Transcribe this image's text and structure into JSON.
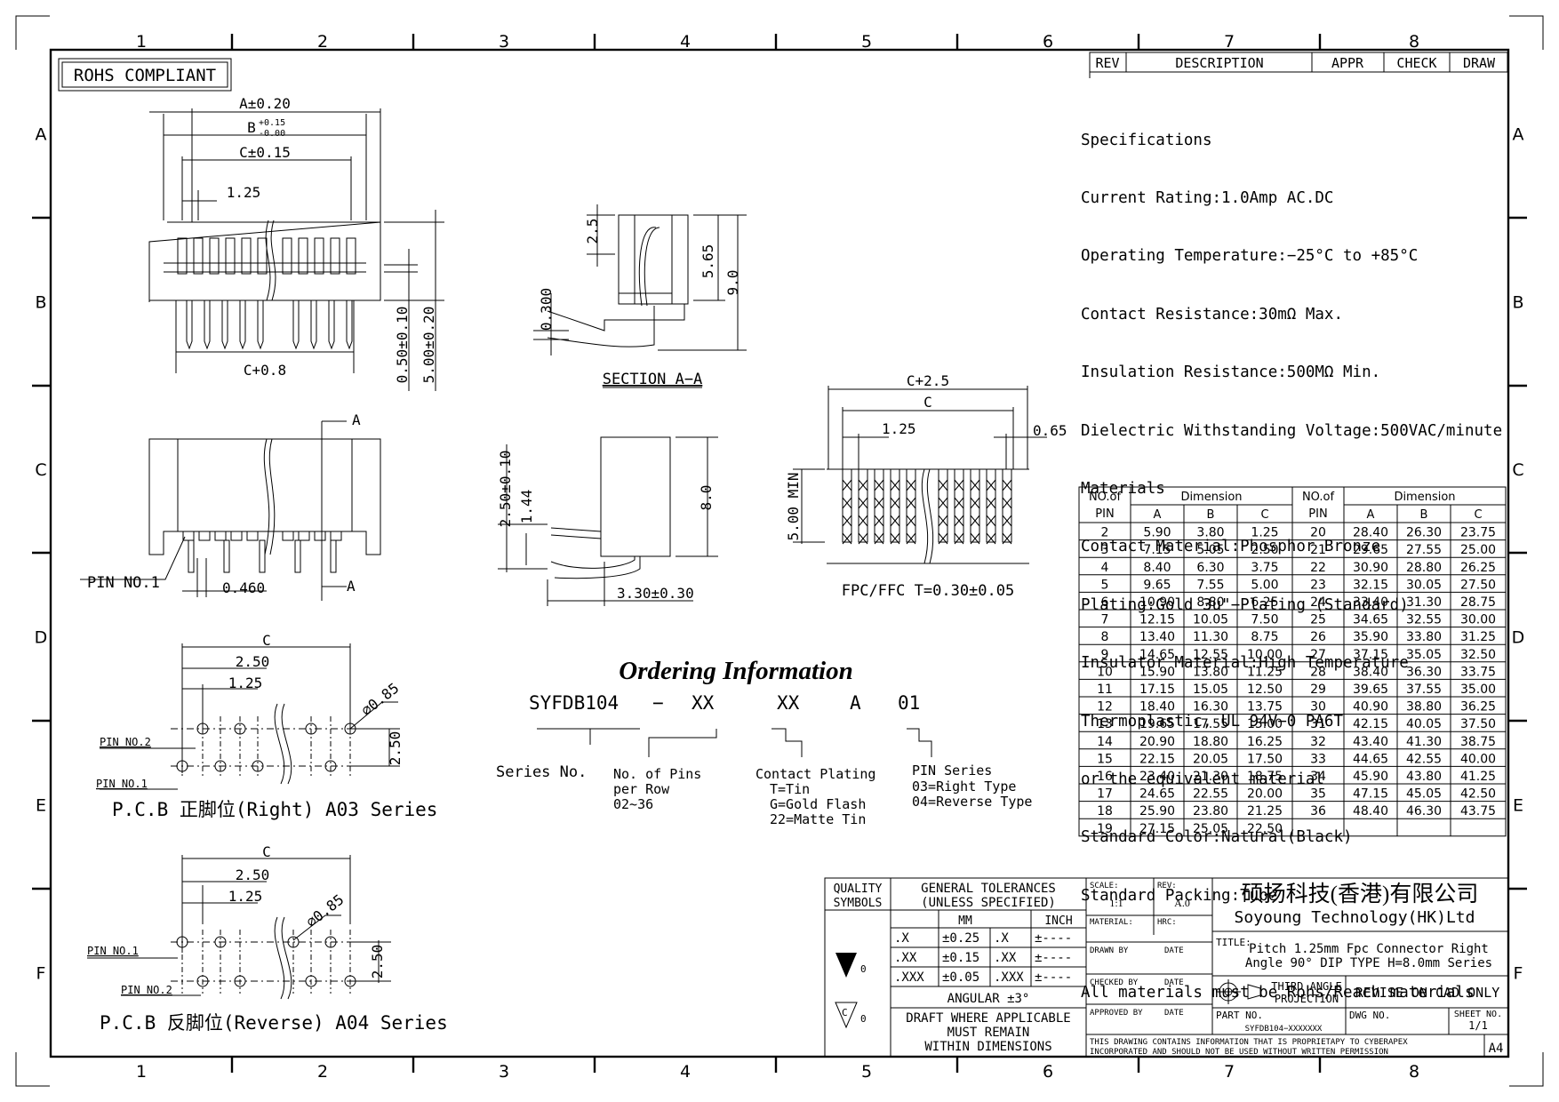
{
  "rohs_label": "ROHS COMPLIANT",
  "grid_cols": [
    "1",
    "2",
    "3",
    "4",
    "5",
    "6",
    "7",
    "8"
  ],
  "grid_rows": [
    "A",
    "B",
    "C",
    "D",
    "E",
    "F"
  ],
  "rev_table": {
    "rev": "REV",
    "description": "DESCRIPTION",
    "appr": "APPR",
    "check": "CHECK",
    "draw": "DRAW"
  },
  "specs": [
    "Specifications",
    "Current Rating:1.0Amp AC.DC",
    "Operating Temperature:−25°C to +85°C",
    "Contact Resistance:30mΩ Max.",
    "Insulation Resistance:500MΩ Min.",
    "Dielectric Withstanding Voltage:500VAC/minute",
    "Materials",
    "Contact Material:Phosphor Bronze",
    "Plating:Gold 3u\"−Plating (Standard)",
    "Insulator Material:High Temperature",
    "Thermoplastic, UL 94V−0 PA6T",
    "or the equivalent material",
    "Standard Color:Natural(Black)",
    "Standard Packing:Tube",
    "",
    "All materials must be Rohs/Reach materials"
  ],
  "dims": {
    "a": "A±0.20",
    "b": "B",
    "b_tol_top": "+0.15",
    "b_tol_bot": "-0.00",
    "c": "C±0.15",
    "pitch": "1.25",
    "c_plus": "C+0.8",
    "h050": "0.50±0.10",
    "h500": "5.00±0.20",
    "sec_25": "2.5",
    "sec_0300": "0.300",
    "sec_565": "5.65",
    "sec_90": "9.0",
    "section": "SECTION A−A",
    "side_250": "2.50±0.10",
    "side_144": "1.44",
    "side_80": "8.0",
    "side_330": "3.30±0.30",
    "pin_no1": "PIN NO.1",
    "pin_0460": "0.460",
    "cut_a": "A",
    "fpc_c25": "C+2.5",
    "fpc_c": "C",
    "fpc_125": "1.25",
    "fpc_065": "0.65",
    "fpc_500": "5.00 MIN",
    "fpc_label": "FPC/FFC T=0.30±0.05"
  },
  "pcb_right": {
    "c": "C",
    "p250": "2.50",
    "p125": "1.25",
    "hole": "⌀0.85",
    "v250": "2.50",
    "pin2": "PIN NO.2",
    "pin1": "PIN NO.1",
    "label": "P.C.B 正脚位(Right) A03 Series"
  },
  "pcb_reverse": {
    "c": "C",
    "p250": "2.50",
    "p125": "1.25",
    "hole": "⌀0.85",
    "v250": "2.50",
    "pin1": "PIN NO.1",
    "pin2": "PIN NO.2",
    "label": "P.C.B 反脚位(Reverse) A04 Series"
  },
  "ordering": {
    "title": "Ordering Information",
    "code": [
      "SYFDB104",
      "−",
      "XX",
      "XX",
      "A",
      "01"
    ],
    "series_no": "Series No.",
    "pins": [
      "No. of Pins",
      "per Row",
      "02~36"
    ],
    "plating": [
      "Contact Plating",
      "T=Tin",
      "G=Gold Flash",
      "22=Matte Tin"
    ],
    "pin_series": [
      "PIN Series",
      "03=Right Type",
      "04=Reverse Type"
    ]
  },
  "dim_table": {
    "h_pin": [
      "NO.of",
      "PIN"
    ],
    "h_dim": "Dimension",
    "h_cols": [
      "A",
      "B",
      "C"
    ],
    "left": [
      [
        "2",
        "5.90",
        "3.80",
        "1.25"
      ],
      [
        "3",
        "7.15",
        "5.05",
        "2.50"
      ],
      [
        "4",
        "8.40",
        "6.30",
        "3.75"
      ],
      [
        "5",
        "9.65",
        "7.55",
        "5.00"
      ],
      [
        "6",
        "10.90",
        "8.80",
        "6.25"
      ],
      [
        "7",
        "12.15",
        "10.05",
        "7.50"
      ],
      [
        "8",
        "13.40",
        "11.30",
        "8.75"
      ],
      [
        "9",
        "14.65",
        "12.55",
        "10.00"
      ],
      [
        "10",
        "15.90",
        "13.80",
        "11.25"
      ],
      [
        "11",
        "17.15",
        "15.05",
        "12.50"
      ],
      [
        "12",
        "18.40",
        "16.30",
        "13.75"
      ],
      [
        "13",
        "19.65",
        "17.55",
        "15.00"
      ],
      [
        "14",
        "20.90",
        "18.80",
        "16.25"
      ],
      [
        "15",
        "22.15",
        "20.05",
        "17.50"
      ],
      [
        "16",
        "23.40",
        "21.30",
        "18.75"
      ],
      [
        "17",
        "24.65",
        "22.55",
        "20.00"
      ],
      [
        "18",
        "25.90",
        "23.80",
        "21.25"
      ],
      [
        "19",
        "27.15",
        "25.05",
        "22.50"
      ]
    ],
    "right": [
      [
        "20",
        "28.40",
        "26.30",
        "23.75"
      ],
      [
        "21",
        "29.65",
        "27.55",
        "25.00"
      ],
      [
        "22",
        "30.90",
        "28.80",
        "26.25"
      ],
      [
        "23",
        "32.15",
        "30.05",
        "27.50"
      ],
      [
        "24",
        "33.40",
        "31.30",
        "28.75"
      ],
      [
        "25",
        "34.65",
        "32.55",
        "30.00"
      ],
      [
        "26",
        "35.90",
        "33.80",
        "31.25"
      ],
      [
        "27",
        "37.15",
        "35.05",
        "32.50"
      ],
      [
        "28",
        "38.40",
        "36.30",
        "33.75"
      ],
      [
        "29",
        "39.65",
        "37.55",
        "35.00"
      ],
      [
        "30",
        "40.90",
        "38.80",
        "36.25"
      ],
      [
        "31",
        "42.15",
        "40.05",
        "37.50"
      ],
      [
        "32",
        "43.40",
        "41.30",
        "38.75"
      ],
      [
        "33",
        "44.65",
        "42.55",
        "40.00"
      ],
      [
        "34",
        "45.90",
        "43.80",
        "41.25"
      ],
      [
        "35",
        "47.15",
        "45.05",
        "42.50"
      ],
      [
        "36",
        "48.40",
        "46.30",
        "43.75"
      ]
    ]
  },
  "title_block": {
    "quality": [
      "QUALITY",
      "SYMBOLS"
    ],
    "gen_tol": [
      "GENERAL TOLERANCES",
      "(UNLESS SPECIFIED)"
    ],
    "mm": "MM",
    "inch": "INCH",
    "tol_rows": [
      [
        ".X",
        "±0.25",
        ".X",
        "±----"
      ],
      [
        ".XX",
        "±0.15",
        ".XX",
        "±----"
      ],
      [
        ".XXX",
        "±0.05",
        ".XXX",
        "±----"
      ]
    ],
    "angular": "ANGULAR ±3°",
    "draft": [
      "DRAFT WHERE APPLICABLE",
      "MUST REMAIN",
      "WITHIN DIMENSIONS"
    ],
    "sym0a": "0",
    "sym0b": "0",
    "sym_c": "C",
    "scale_lbl": "SCALE:",
    "scale": "1:1",
    "rev_lbl": "REV:",
    "rev": "A.0",
    "material_lbl": "MATERIAL:",
    "hrc_lbl": "HRC:",
    "drawn_by": "DRAWN BY",
    "checked_by": "CHECKED BY",
    "approved_by": "APPROVED BY",
    "date": "DATE",
    "company_cn": "硕扬科技(香港)有限公司",
    "company_en": "Soyoung Technology(HK)Ltd",
    "title_lbl": "TITLE:",
    "title_1": "Pitch 1.25mm Fpc Connector Right",
    "title_2": "Angle 90° DIP TYPE H=8.0mm Series",
    "projection": [
      "THIRD ANGLE",
      "PROJECTION"
    ],
    "revise": "REVISE ON CAD ONLY",
    "part_lbl": "PART NO.",
    "part_no": "SYFDB104−XXXXXXX",
    "dwg_lbl": "DWG NO.",
    "sheet_lbl": "SHEET NO.",
    "sheet": "1/1",
    "notice_1": "THIS DRAWING CONTAINS INFORMATION THAT IS PROPRIETAPY TO CYBERAPEX",
    "notice_2": "INCORPORATED AND SHOULD NOT BE USED WITHOUT WRITTEN PERMISSION",
    "size": "A4"
  }
}
